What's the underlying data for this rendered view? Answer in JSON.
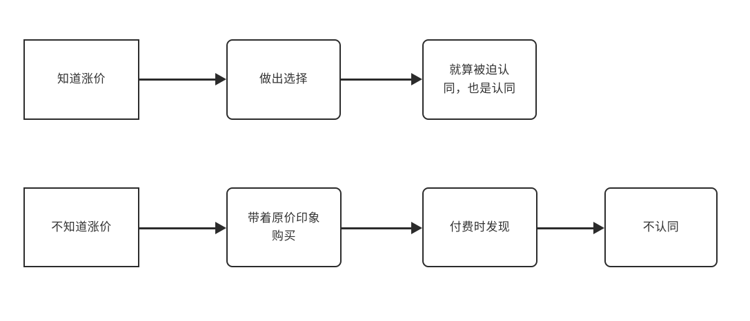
{
  "diagram": {
    "type": "flowchart",
    "title": "",
    "background_color": "#ffffff",
    "stroke_color": "#2b2b2b",
    "text_color": "#333333",
    "rows": [
      {
        "name": "aware-of-price-increase-flow",
        "nodes": [
          {
            "id": "n1",
            "label": "知道涨价",
            "shape": "rectangle"
          },
          {
            "id": "n2",
            "label": "做出选择",
            "shape": "rounded-rectangle"
          },
          {
            "id": "n3",
            "label": "就算被迫认\n同，也是认同",
            "shape": "rounded-rectangle"
          }
        ],
        "edges": [
          {
            "from": "n1",
            "to": "n2",
            "label": "",
            "arrow": "arrow-head-right"
          },
          {
            "from": "n2",
            "to": "n3",
            "label": "",
            "arrow": "arrow-head-right"
          }
        ]
      },
      {
        "name": "unaware-of-price-increase-flow",
        "nodes": [
          {
            "id": "n4",
            "label": "不知道涨价",
            "shape": "rectangle"
          },
          {
            "id": "n5",
            "label": "带着原价印象\n购买",
            "shape": "rounded-rectangle"
          },
          {
            "id": "n6",
            "label": "付费时发现",
            "shape": "rounded-rectangle"
          },
          {
            "id": "n7",
            "label": "不认同",
            "shape": "rounded-rectangle"
          }
        ],
        "edges": [
          {
            "from": "n4",
            "to": "n5",
            "label": "",
            "arrow": "arrow-head-right"
          },
          {
            "from": "n5",
            "to": "n6",
            "label": "",
            "arrow": "arrow-head-right"
          },
          {
            "from": "n6",
            "to": "n7",
            "label": "",
            "arrow": "arrow-head-right"
          }
        ]
      }
    ]
  }
}
